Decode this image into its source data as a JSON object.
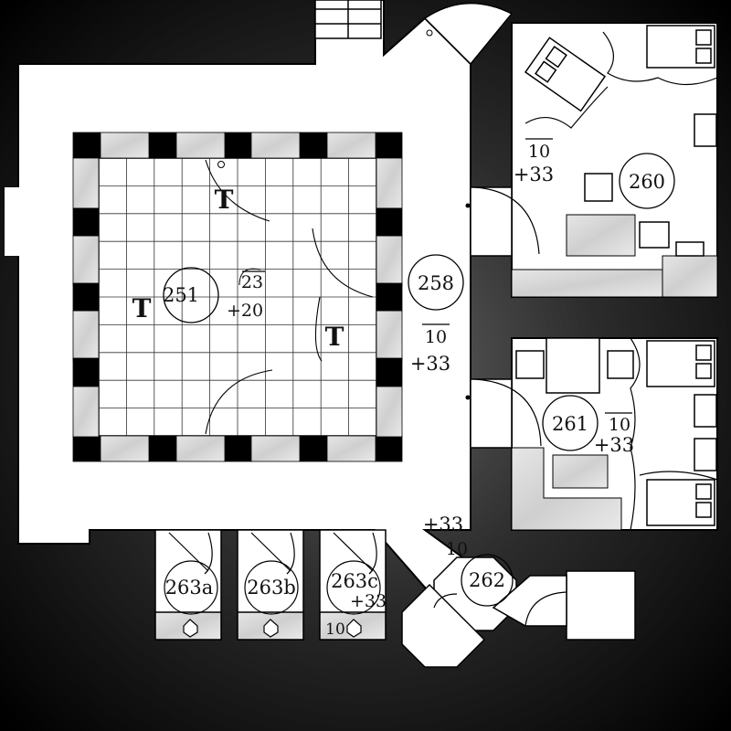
{
  "map_title": "",
  "rooms": [
    {
      "id": "r251",
      "label": "251"
    },
    {
      "id": "r258",
      "label": "258"
    },
    {
      "id": "r260",
      "label": "260"
    },
    {
      "id": "r261",
      "label": "261"
    },
    {
      "id": "r262",
      "label": "262"
    },
    {
      "id": "r263a",
      "label": "263a"
    },
    {
      "id": "r263b",
      "label": "263b"
    },
    {
      "id": "r263c",
      "label": "263c"
    }
  ],
  "annotations": {
    "a251_top": "23",
    "a251_bottom": "+20",
    "a258_top": "10",
    "a258_bottom": "+33",
    "a260_top": "10",
    "a260_bottom": "+33",
    "a261_top": "10",
    "a261_bottom": "+33",
    "a262_top": "+33",
    "a262_bottom": "10",
    "a263c_top": "+33",
    "a263c_bottom": "10"
  },
  "trap_symbol": "T",
  "colors": {
    "wall": "#000000",
    "floor": "#ffffff",
    "stone": "#dcdcdc",
    "line": "#111111"
  }
}
